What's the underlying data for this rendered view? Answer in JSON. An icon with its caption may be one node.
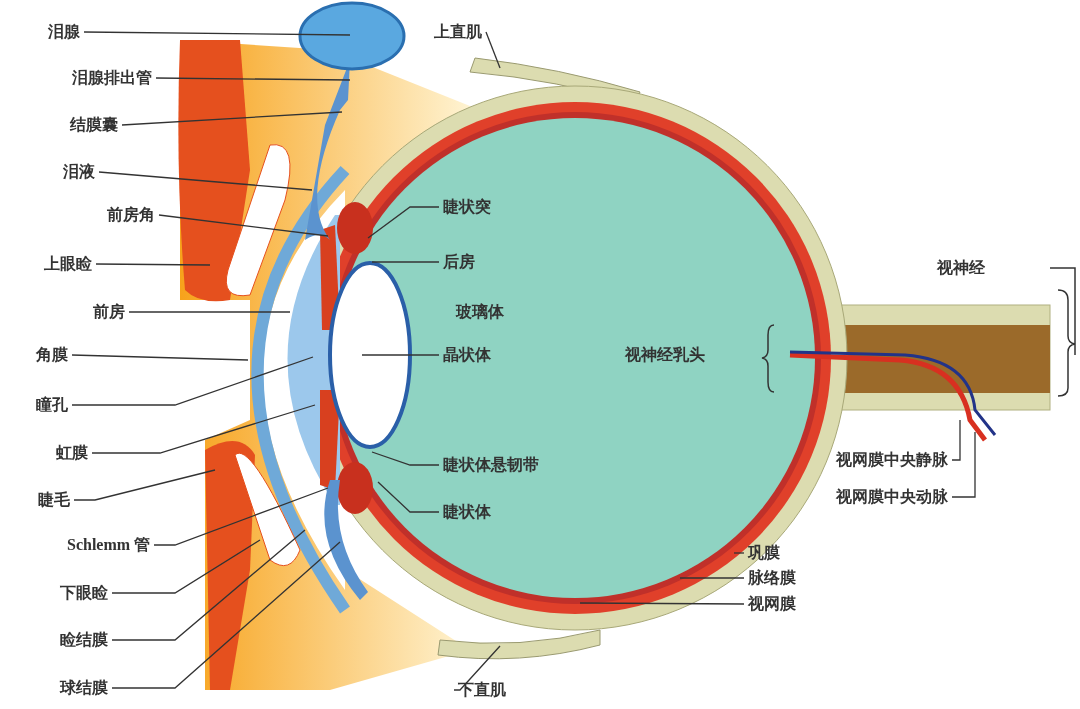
{
  "diagram": {
    "nodes": [
      {
        "text": [
          "泪腺"
        ]
      },
      {
        "text": [
          "泪腺排出管"
        ]
      },
      {
        "text": [
          "结膜囊"
        ]
      },
      {
        "text": [
          "泪液"
        ]
      },
      {
        "text": [
          "前房角"
        ]
      },
      {
        "text": [
          "上眼睑"
        ]
      },
      {
        "text": [
          "前房"
        ]
      },
      {
        "text": [
          "角膜"
        ]
      },
      {
        "text": [
          "瞳孔"
        ]
      },
      {
        "text": [
          "虹膜"
        ]
      },
      {
        "text": [
          "睫毛"
        ]
      },
      {
        "text": [
          "Schlemm 管"
        ]
      },
      {
        "text": [
          "下眼睑"
        ]
      },
      {
        "text": [
          "睑结膜"
        ]
      },
      {
        "text": [
          "球结膜"
        ]
      },
      {
        "text": [
          "上直肌"
        ]
      },
      {
        "text": [
          "睫状突"
        ]
      },
      {
        "text": [
          "后房"
        ]
      },
      {
        "text": [
          "晶状体"
        ]
      },
      {
        "text": [
          "睫状体悬韧带"
        ]
      },
      {
        "text": [
          "睫状体"
        ]
      },
      {
        "text": [
          "视网膜中央静脉"
        ]
      },
      {
        "text": [
          "视网膜中央动脉"
        ]
      },
      {
        "text": [
          "巩膜"
        ]
      },
      {
        "text": [
          "脉络膜"
        ]
      },
      {
        "text": [
          "视网膜"
        ]
      },
      {
        "text": [
          "下直肌"
        ]
      }
    ],
    "edges": [
      {
        "from": 0,
        "to": null,
        "arrow": "none"
      },
      {
        "from": 1,
        "to": null,
        "arrow": "none"
      },
      {
        "from": 2,
        "to": null,
        "arrow": "none"
      },
      {
        "from": 3,
        "to": null,
        "arrow": "none"
      },
      {
        "from": 4,
        "to": null,
        "arrow": "none"
      },
      {
        "from": 5,
        "to": null,
        "arrow": "none"
      },
      {
        "from": 6,
        "to": null,
        "arrow": "none"
      },
      {
        "from": 7,
        "to": null,
        "arrow": "none"
      },
      {
        "from": 8,
        "to": null,
        "arrow": "none"
      },
      {
        "from": 9,
        "to": null,
        "arrow": "none"
      },
      {
        "from": 10,
        "to": null,
        "arrow": "none"
      },
      {
        "from": 11,
        "to": null,
        "arrow": "none"
      },
      {
        "from": 12,
        "to": null,
        "arrow": "none"
      },
      {
        "from": 13,
        "to": null,
        "arrow": "none"
      },
      {
        "from": 14,
        "to": null,
        "arrow": "none"
      },
      {
        "from": 15,
        "to": null,
        "arrow": "none"
      },
      {
        "from": 16,
        "to": null,
        "arrow": "none"
      },
      {
        "from": 17,
        "to": null,
        "arrow": "none"
      },
      {
        "from": 18,
        "to": null,
        "arrow": "none"
      },
      {
        "from": 19,
        "to": null,
        "arrow": "none"
      },
      {
        "from": 20,
        "to": null,
        "arrow": "none"
      },
      {
        "from": 21,
        "to": null,
        "arrow": "none"
      },
      {
        "from": 22,
        "to": null,
        "arrow": "none"
      },
      {
        "from": 23,
        "to": null,
        "arrow": "none"
      },
      {
        "from": 24,
        "to": null,
        "arrow": "none"
      },
      {
        "from": 25,
        "to": null,
        "arrow": "none"
      },
      {
        "from": 26,
        "to": null,
        "arrow": "none"
      }
    ],
    "labels": [
      "玻璃体",
      "视神经乳头",
      "视神经"
    ]
  }
}
